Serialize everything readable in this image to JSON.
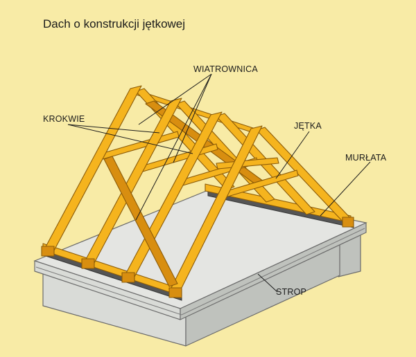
{
  "title": "Dach o konstrukcji jętkowej",
  "labels": {
    "wiatrownica": "WIATROWNICA",
    "krokwie": "KROKWIE",
    "jetka": "JĘTKA",
    "murlata": "MURŁATA",
    "strop": "STROP"
  },
  "colors": {
    "background": "#f8eba6",
    "timber": "#f5b41e",
    "timber_shadow": "#d88e10",
    "concrete": "#d9dbd7",
    "wall_plate_strip": "#555555"
  }
}
